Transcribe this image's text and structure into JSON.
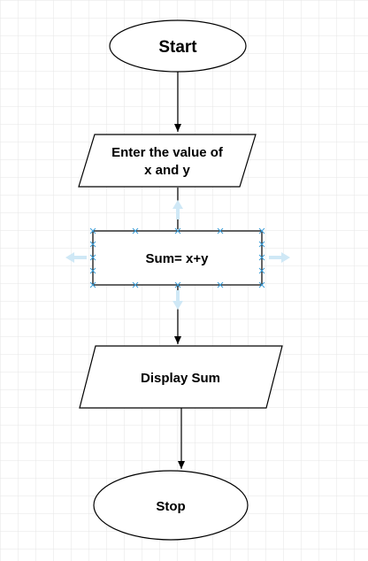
{
  "diagram": {
    "nodes": {
      "start": {
        "label": "Start"
      },
      "input": {
        "line1": "Enter the value of",
        "line2": "x and y"
      },
      "process": {
        "label": "Sum= x+y"
      },
      "output": {
        "label": "Display Sum"
      },
      "stop": {
        "label": "Stop"
      }
    },
    "colors": {
      "stroke": "#000000",
      "grid": "#e6e6e6",
      "selection_handle": "#3d9fd8",
      "hover_arrow": "#cfe8f6"
    }
  }
}
